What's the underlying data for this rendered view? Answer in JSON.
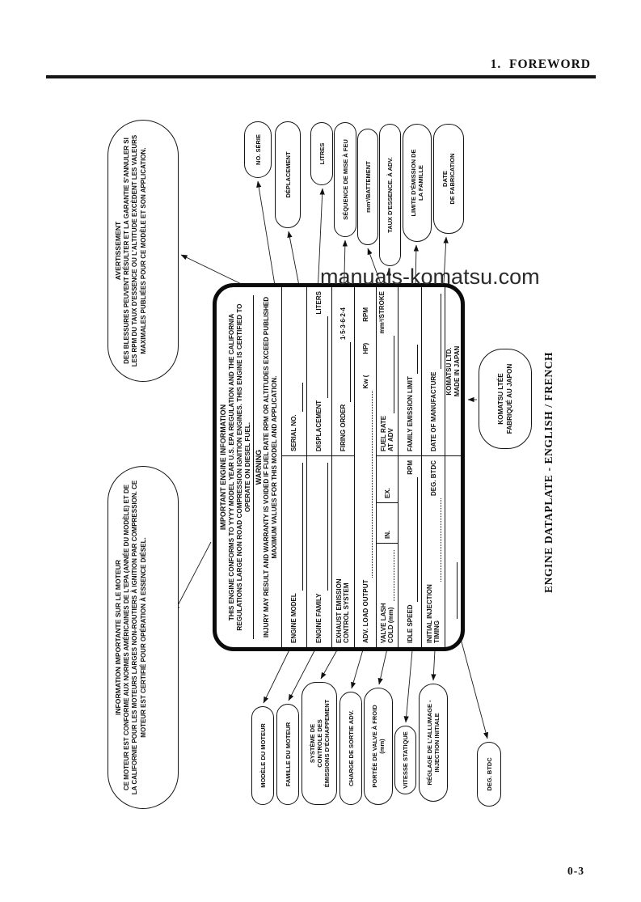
{
  "header": {
    "title": "1.  FOREWORD"
  },
  "watermark": {
    "text": "manuals-komatsu.com"
  },
  "footer": {
    "page_number": "0-3"
  },
  "caption": "ENGINE DATAPLATE - ENGLISH / FRENCH",
  "bubbles": {
    "french_info": {
      "title": "INFORMATION IMPORTANTE SUR LE MOTEUR",
      "body": "CE MOTEUR EST CONFORME AUX NORMES AMÉRICAINES DE L'EPA (ANNÉE DU MODÈLE) ET DE LA CALIFORNIE POUR LES MOTEURS LARGES NON-ROUTIERS À IGNITION PAR COMPRESSION. CE MOTEUR EST CERTIFIÉ POUR OPÉRATION À ESSENCE DIÉSEL."
    },
    "french_warning": {
      "title": "AVERTISSEMENT",
      "body": "DES BLESSURES PEUVENT RÉSULTER ET LA GARANTIE S'ANNULER SI LES RPM DU TAUX D'ESSENCE OU L'ALTITUDE EXCÈDENT LES VALEURS MAXIMALES PUBLIÉES POUR CE MODÈLE ET SON APPLICATION."
    }
  },
  "plate": {
    "title": "IMPORTANT ENGINE INFORMATION",
    "para1": "THIS ENGINE CONFORMS TO YYYY MODEL YEAR U.S. EPA REGULATION AND THE CALIFORNIA REGULATIONS LARGE NON ROAD COMPRESSION IGNITION ENGINES. THIS ENGINE IS CERTIFIED TO OPERATE ON DIESEL FUEL.",
    "warning_title": "WARNING",
    "para2": "INJURY MAY RESULT AND WARRANTY IS VOIDED IF FUEL RATE RPM OR ALTITUDES EXCEED PUBLISHED MAXIMUM VALUES FOR THIS MODEL AND APPLICATION.",
    "fields": {
      "engine_model": "ENGINE MODEL",
      "serial_no": "SERIAL NO.",
      "engine_family": "ENGINE FAMILY",
      "displacement": "DISPLACEMENT",
      "liters": "LITERS",
      "exhaust_emission": "EXHAUST EMISSION\nCONTROL SYSTEM",
      "firing_order": "FIRING ORDER",
      "firing_order_value": "1·5·3·6·2·4",
      "adv_load_output": "ADV. LOAD OUTPUT",
      "kw": "Kw (",
      "hp": "HP)",
      "rpm": "RPM",
      "valve_lash": "VALVE LASH\nCOLD (mm)",
      "in_label": "IN.",
      "ex_label": "EX.",
      "fuel_rate": "FUEL RATE\nAT ADV",
      "stroke": "mm³/STROKE",
      "idle_speed": "IDLE SPEED",
      "rpm2": "RPM",
      "family_emission_limit": "FAMILY EMISSION LIMIT",
      "initial_injection": "INITIAL INJECTION\nTIMING",
      "deg_btdc": "DEG. BTDC",
      "date_of_manufacture": "DATE OF MANUFACTURE",
      "komatsu": "KOMATSU LTD.\nMADE IN JAPAN"
    }
  },
  "labels_right": [
    "NO. SÉRIE",
    "DÉPLACEMENT",
    "LITRES",
    "SÉQUENCE DE MISE À FEU",
    "mm³/BATTEMENT",
    "TAUX D'ESSENCE. À ADV.",
    "LIMITE D'ÉMISSION DE\nLA FAMILLE",
    "DATE\nDE FABRICATION"
  ],
  "labels_left": [
    "MODÈLE DU MOTEUR",
    "FAMILLE DU MOTEUR",
    "SYSTÈME DE\nCONTROLE DES\nÉMISSIONS D'ÉCHAPPEMENT",
    "CHARGE DE SORTIE ADV.",
    "PORTÉE DE VALVE À FROID\n(mm)",
    "VITESSE STATIQUE",
    "RÉGLAGE DE L'ALLUMAGE -\nINJECTION INITIALE",
    "DEG. BTDC"
  ],
  "maker_label": "KOMATSU LTÉE\nFABRIQUÉ AU JAPON"
}
